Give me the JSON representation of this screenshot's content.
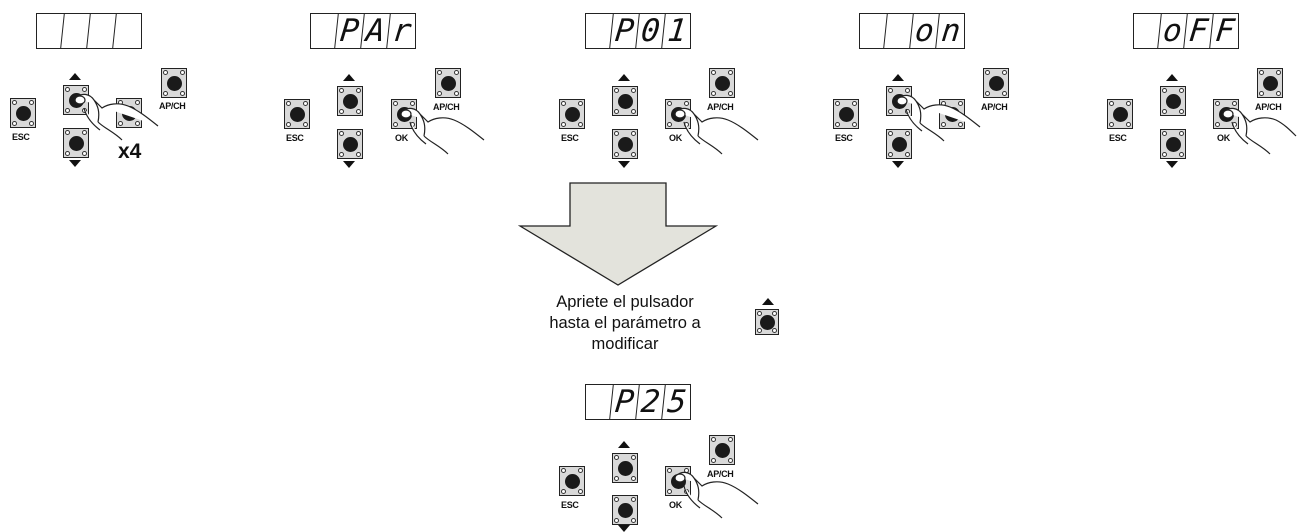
{
  "steps": [
    {
      "display": [
        "",
        "",
        "",
        ""
      ],
      "pressed": "up",
      "multiplier": "x4"
    },
    {
      "display": [
        "",
        "P",
        "A",
        "r"
      ],
      "pressed": "ok",
      "multiplier": ""
    },
    {
      "display": [
        "",
        "P",
        "0",
        "1"
      ],
      "pressed": "ok",
      "multiplier": ""
    },
    {
      "display": [
        "",
        "",
        "o",
        "n"
      ],
      "pressed": "up",
      "multiplier": ""
    },
    {
      "display": [
        "",
        "o",
        "F",
        "F"
      ],
      "pressed": "ok",
      "multiplier": ""
    }
  ],
  "labels": {
    "esc": "ESC",
    "ok": "OK",
    "apch": "AP/CH"
  },
  "instruction": {
    "lines": [
      "Apriete el pulsador",
      "hasta el parámetro a",
      "modificar"
    ],
    "button_icon": "up-arrow-button-icon"
  },
  "final_step": {
    "display": [
      "",
      "P",
      "2",
      "5"
    ],
    "pressed": "ok"
  },
  "colors": {
    "button_face": "#d9d9d9",
    "button_core": "#1a1a1a",
    "arrow_fill": "#e3e3dc",
    "ink": "#111111"
  }
}
